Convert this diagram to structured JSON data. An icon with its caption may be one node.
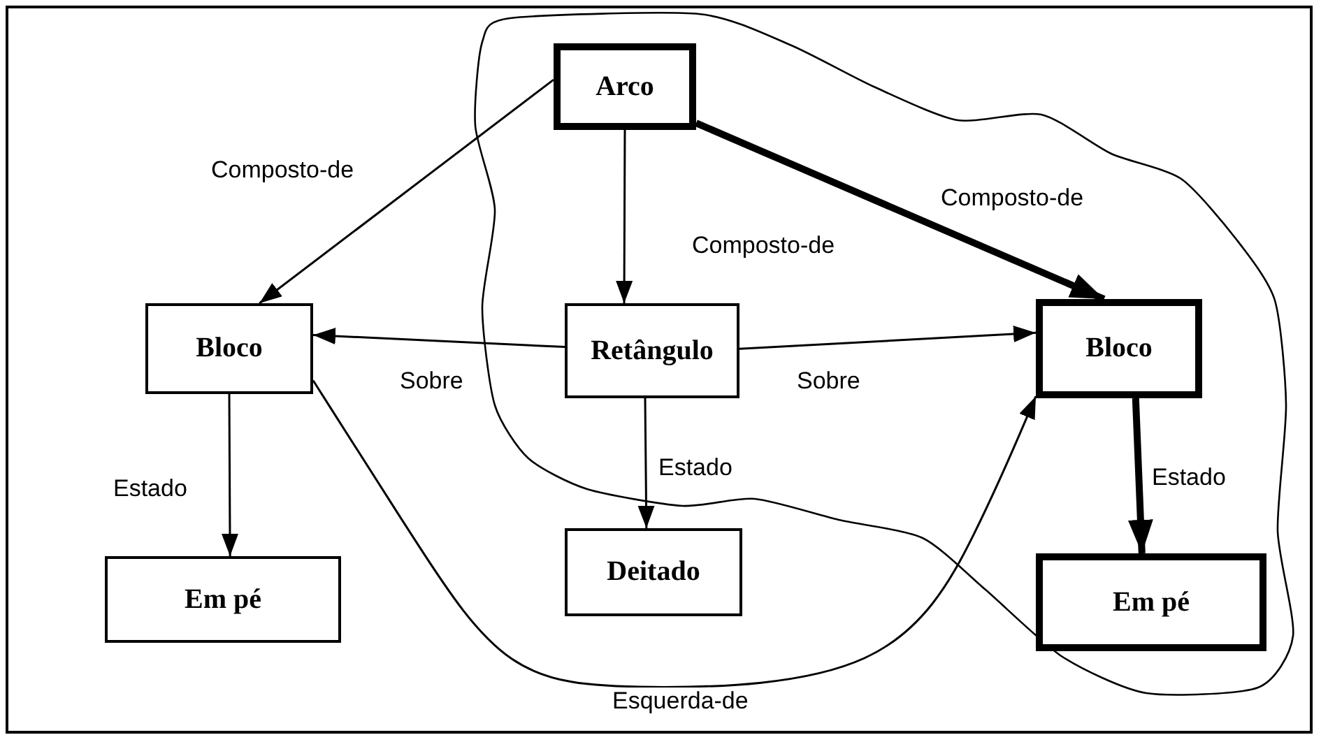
{
  "diagram": {
    "nodes": [
      {
        "text": [
          "Arco"
        ]
      },
      {
        "text": [
          "Bloco"
        ]
      },
      {
        "text": [
          "Retângulo"
        ]
      },
      {
        "text": [
          "Bloco"
        ]
      },
      {
        "text": [
          "Em pé"
        ]
      },
      {
        "text": [
          "Deitado"
        ]
      },
      {
        "text": [
          "Em pé"
        ]
      }
    ],
    "edges": [
      {
        "from": 0,
        "to": 1,
        "arrow": "to",
        "label": "Composto-de"
      },
      {
        "from": 0,
        "to": 2,
        "arrow": "to",
        "label": "Composto-de"
      },
      {
        "from": 0,
        "to": 3,
        "arrow": "to",
        "label": "Composto-de",
        "style": "thick"
      },
      {
        "from": 2,
        "to": 1,
        "arrow": "to",
        "label": "Sobre"
      },
      {
        "from": 2,
        "to": 3,
        "arrow": "to",
        "label": "Sobre"
      },
      {
        "from": 1,
        "to": 4,
        "arrow": "to",
        "label": "Estado"
      },
      {
        "from": 2,
        "to": 5,
        "arrow": "to",
        "label": "Estado"
      },
      {
        "from": 3,
        "to": 6,
        "arrow": "to",
        "label": "Estado",
        "style": "thick"
      },
      {
        "from": 1,
        "to": 3,
        "arrow": "to",
        "label": "Esquerda-de"
      }
    ]
  }
}
